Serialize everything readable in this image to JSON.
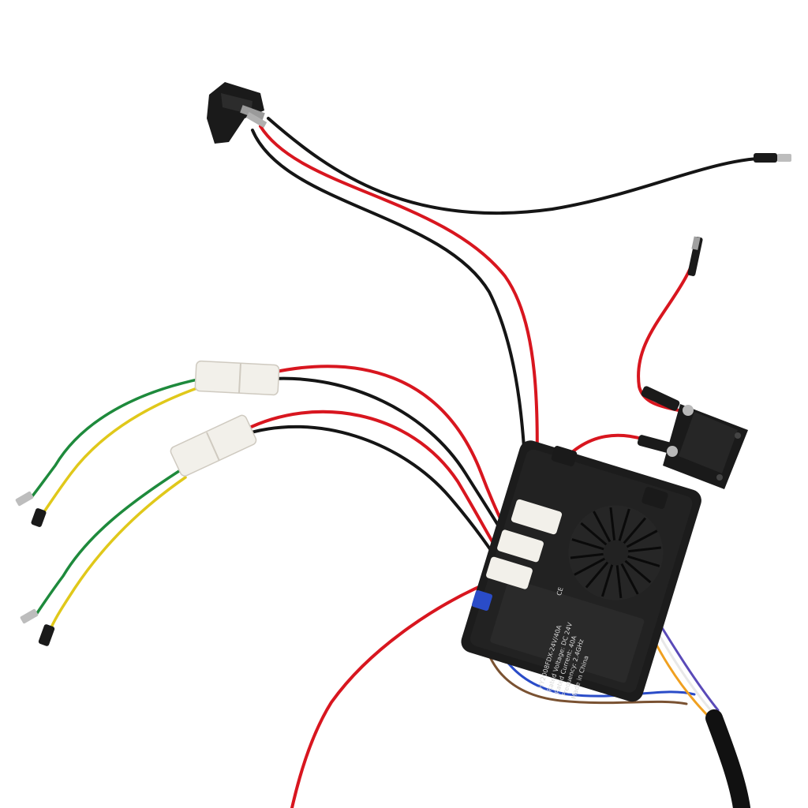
{
  "colors": {
    "background": "#ffffff",
    "wire_red": "#d8161f",
    "wire_black": "#151515",
    "wire_green": "#1e8a3c",
    "wire_yellow": "#e0c81a",
    "wire_blue": "#2a4cc8",
    "wire_brown": "#7a5232",
    "wire_orange": "#f0a020",
    "connector_white": "#f2f0ea",
    "controller_body": "#1c1c1c",
    "controller_label": "#2a2a2a"
  },
  "controller_label": {
    "model": "HY2008FDX-24V/40A",
    "made_in": "Made in China",
    "ce": "CE",
    "lines": [
      "Rated Voltage: DC 24V",
      "Rated Current: 40A",
      "Frequency: 2.4GHz"
    ]
  },
  "icons": [
    "controller-fan-grille-icon",
    "thermal-breaker-icon",
    "spade-terminal-icon"
  ]
}
